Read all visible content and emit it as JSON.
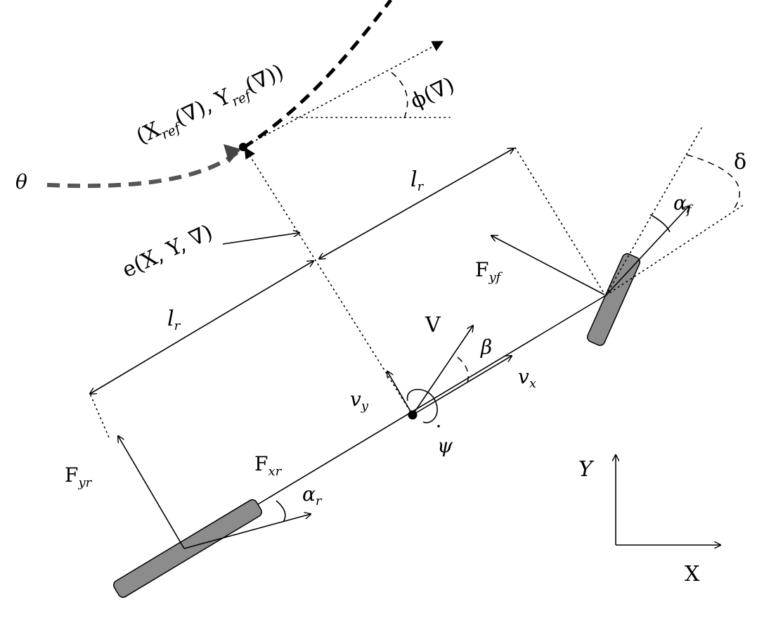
{
  "labels": {
    "theta": "θ",
    "ref_point": "(X_ref(∇), Y_ref(∇))",
    "ref_open": "(X",
    "ref_sub1": "ref",
    "ref_mid": "(∇), Y",
    "ref_sub2": "ref",
    "ref_close": "(∇))",
    "phi": "ϕ(∇)",
    "error": "e(X, Y, ∇)",
    "l_front": "l",
    "l_front_sub": "r",
    "l_rear": "l",
    "l_rear_sub": "r",
    "delta": "δ",
    "alpha_f": "α",
    "alpha_f_sub": "f",
    "F_yf": "F",
    "F_yf_sub": "yf",
    "V": "V",
    "beta": "β",
    "v_x": "v",
    "v_x_sub": "x",
    "v_y": "v",
    "v_y_sub": "y",
    "psi": "ψ",
    "F_yr": "F",
    "F_yr_sub": "yr",
    "F_xr": "F",
    "F_xr_sub": "xr",
    "alpha_r": "α",
    "alpha_r_sub": "r",
    "axis_Y": "Y",
    "axis_X": "X"
  }
}
